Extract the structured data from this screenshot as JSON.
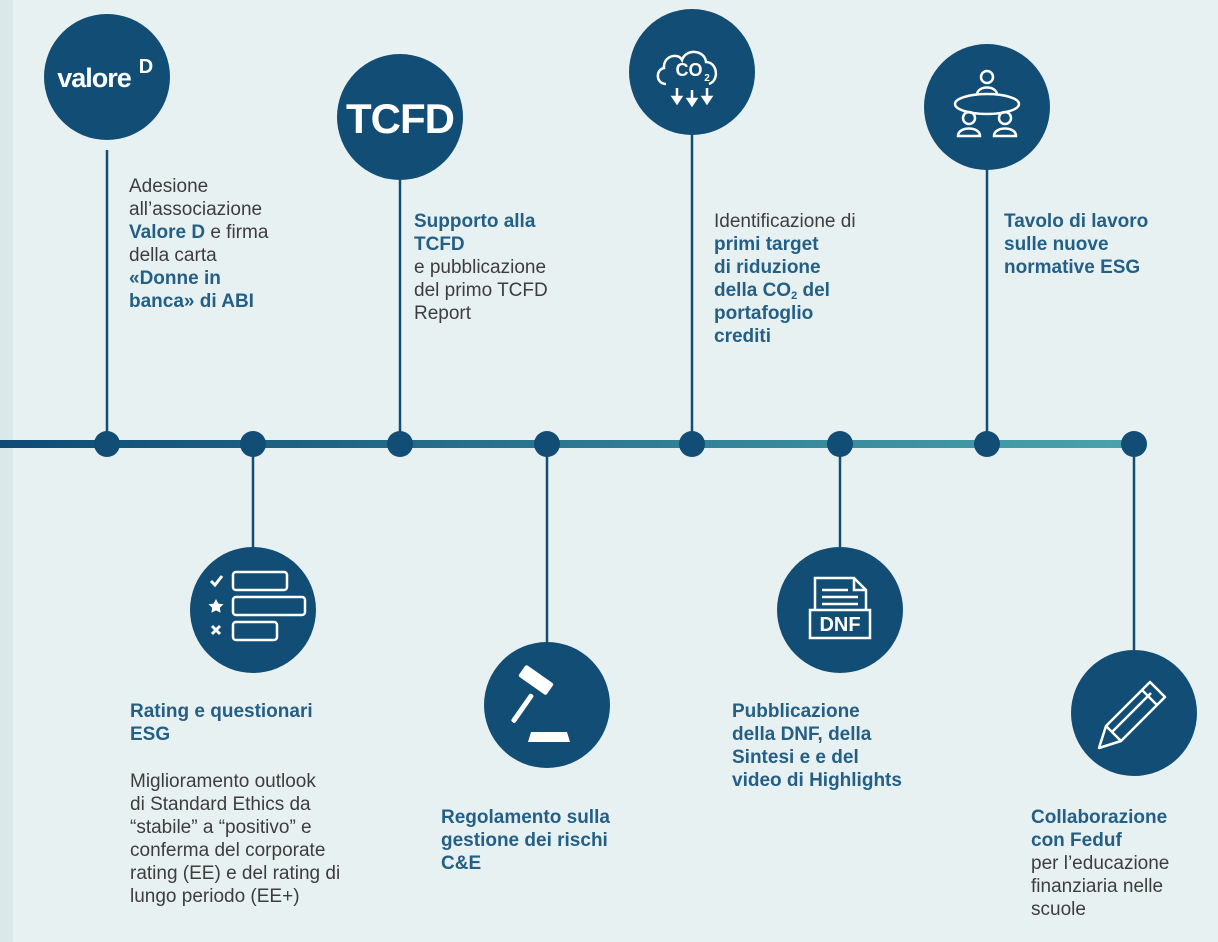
{
  "colors": {
    "background": "#e8f1f2",
    "circle": "#114d74",
    "accent_text": "#245f86",
    "body_text": "#3d3d3d",
    "timeline_start": "#0f4b75",
    "timeline_end": "#4aa3ab"
  },
  "milestones": [
    {
      "id": "valore-d",
      "icon": "valore-d-logo",
      "logo_text": "valore",
      "logo_sup": "D",
      "lines": [
        [
          {
            "t": "Adesione",
            "b": false
          }
        ],
        [
          {
            "t": "all’associazione",
            "b": false
          }
        ],
        [
          {
            "t": "Valore D",
            "b": true
          },
          {
            "t": " e firma",
            "b": false
          }
        ],
        [
          {
            "t": "della carta",
            "b": false
          }
        ],
        [
          {
            "t": "«Donne in",
            "b": true
          }
        ],
        [
          {
            "t": "banca» di ABI",
            "b": true
          }
        ]
      ]
    },
    {
      "id": "rating",
      "icon": "checklist-rating-icon",
      "lines": [
        [
          {
            "t": "Rating e questionari",
            "b": true
          }
        ],
        [
          {
            "t": "ESG",
            "b": true
          }
        ]
      ],
      "lines2": [
        [
          {
            "t": "Miglioramento outlook",
            "b": false
          }
        ],
        [
          {
            "t": "di Standard Ethics da",
            "b": false
          }
        ],
        [
          {
            "t": "“stabile” a “positivo” e",
            "b": false
          }
        ],
        [
          {
            "t": "conferma del corporate",
            "b": false
          }
        ],
        [
          {
            "t": "rating (EE) e del rating di",
            "b": false
          }
        ],
        [
          {
            "t": "lungo periodo (EE+)",
            "b": false
          }
        ]
      ]
    },
    {
      "id": "tcfd",
      "icon": "tcfd-logo",
      "logo_text": "TCFD",
      "lines": [
        [
          {
            "t": "Supporto alla",
            "b": true
          }
        ],
        [
          {
            "t": "TCFD",
            "b": true
          }
        ],
        [
          {
            "t": "e pubblicazione",
            "b": false
          }
        ],
        [
          {
            "t": "del primo TCFD",
            "b": false
          }
        ],
        [
          {
            "t": "Report",
            "b": false
          }
        ]
      ]
    },
    {
      "id": "regolamento",
      "icon": "gavel-icon",
      "lines": [
        [
          {
            "t": "Regolamento sulla",
            "b": true
          }
        ],
        [
          {
            "t": "gestione dei rischi",
            "b": true
          }
        ],
        [
          {
            "t": "C&E",
            "b": true
          }
        ]
      ]
    },
    {
      "id": "co2",
      "icon": "co2-reduction-icon",
      "logo_text": "CO",
      "logo_sub": "2",
      "lines": [
        [
          {
            "t": "Identificazione di",
            "b": false
          }
        ],
        [
          {
            "t": "primi target",
            "b": true
          }
        ],
        [
          {
            "t": "di riduzione",
            "b": true
          }
        ],
        [
          {
            "t": "della CO",
            "b": true
          },
          {
            "t": "2",
            "b": true,
            "sub": true
          },
          {
            "t": " del",
            "b": true
          }
        ],
        [
          {
            "t": "portafoglio",
            "b": true
          }
        ],
        [
          {
            "t": "crediti",
            "b": true
          }
        ]
      ]
    },
    {
      "id": "dnf",
      "icon": "dnf-document-icon",
      "logo_text": "DNF",
      "lines": [
        [
          {
            "t": "Pubblicazione",
            "b": true
          }
        ],
        [
          {
            "t": "della DNF, della",
            "b": true
          }
        ],
        [
          {
            "t": "Sintesi e e del",
            "b": true
          }
        ],
        [
          {
            "t": "video di Highlights",
            "b": true
          }
        ]
      ]
    },
    {
      "id": "tavolo",
      "icon": "meeting-table-icon",
      "lines": [
        [
          {
            "t": "Tavolo di lavoro",
            "b": true
          }
        ],
        [
          {
            "t": "sulle nuove",
            "b": true
          }
        ],
        [
          {
            "t": "normative ESG",
            "b": true
          }
        ]
      ]
    },
    {
      "id": "feduf",
      "icon": "pencil-icon",
      "lines": [
        [
          {
            "t": "Collaborazione",
            "b": true
          }
        ],
        [
          {
            "t": "con Feduf",
            "b": true
          }
        ],
        [
          {
            "t": "per l’educazione",
            "b": false
          }
        ],
        [
          {
            "t": "finanziaria nelle",
            "b": false
          }
        ],
        [
          {
            "t": "scuole",
            "b": false
          }
        ]
      ]
    }
  ]
}
